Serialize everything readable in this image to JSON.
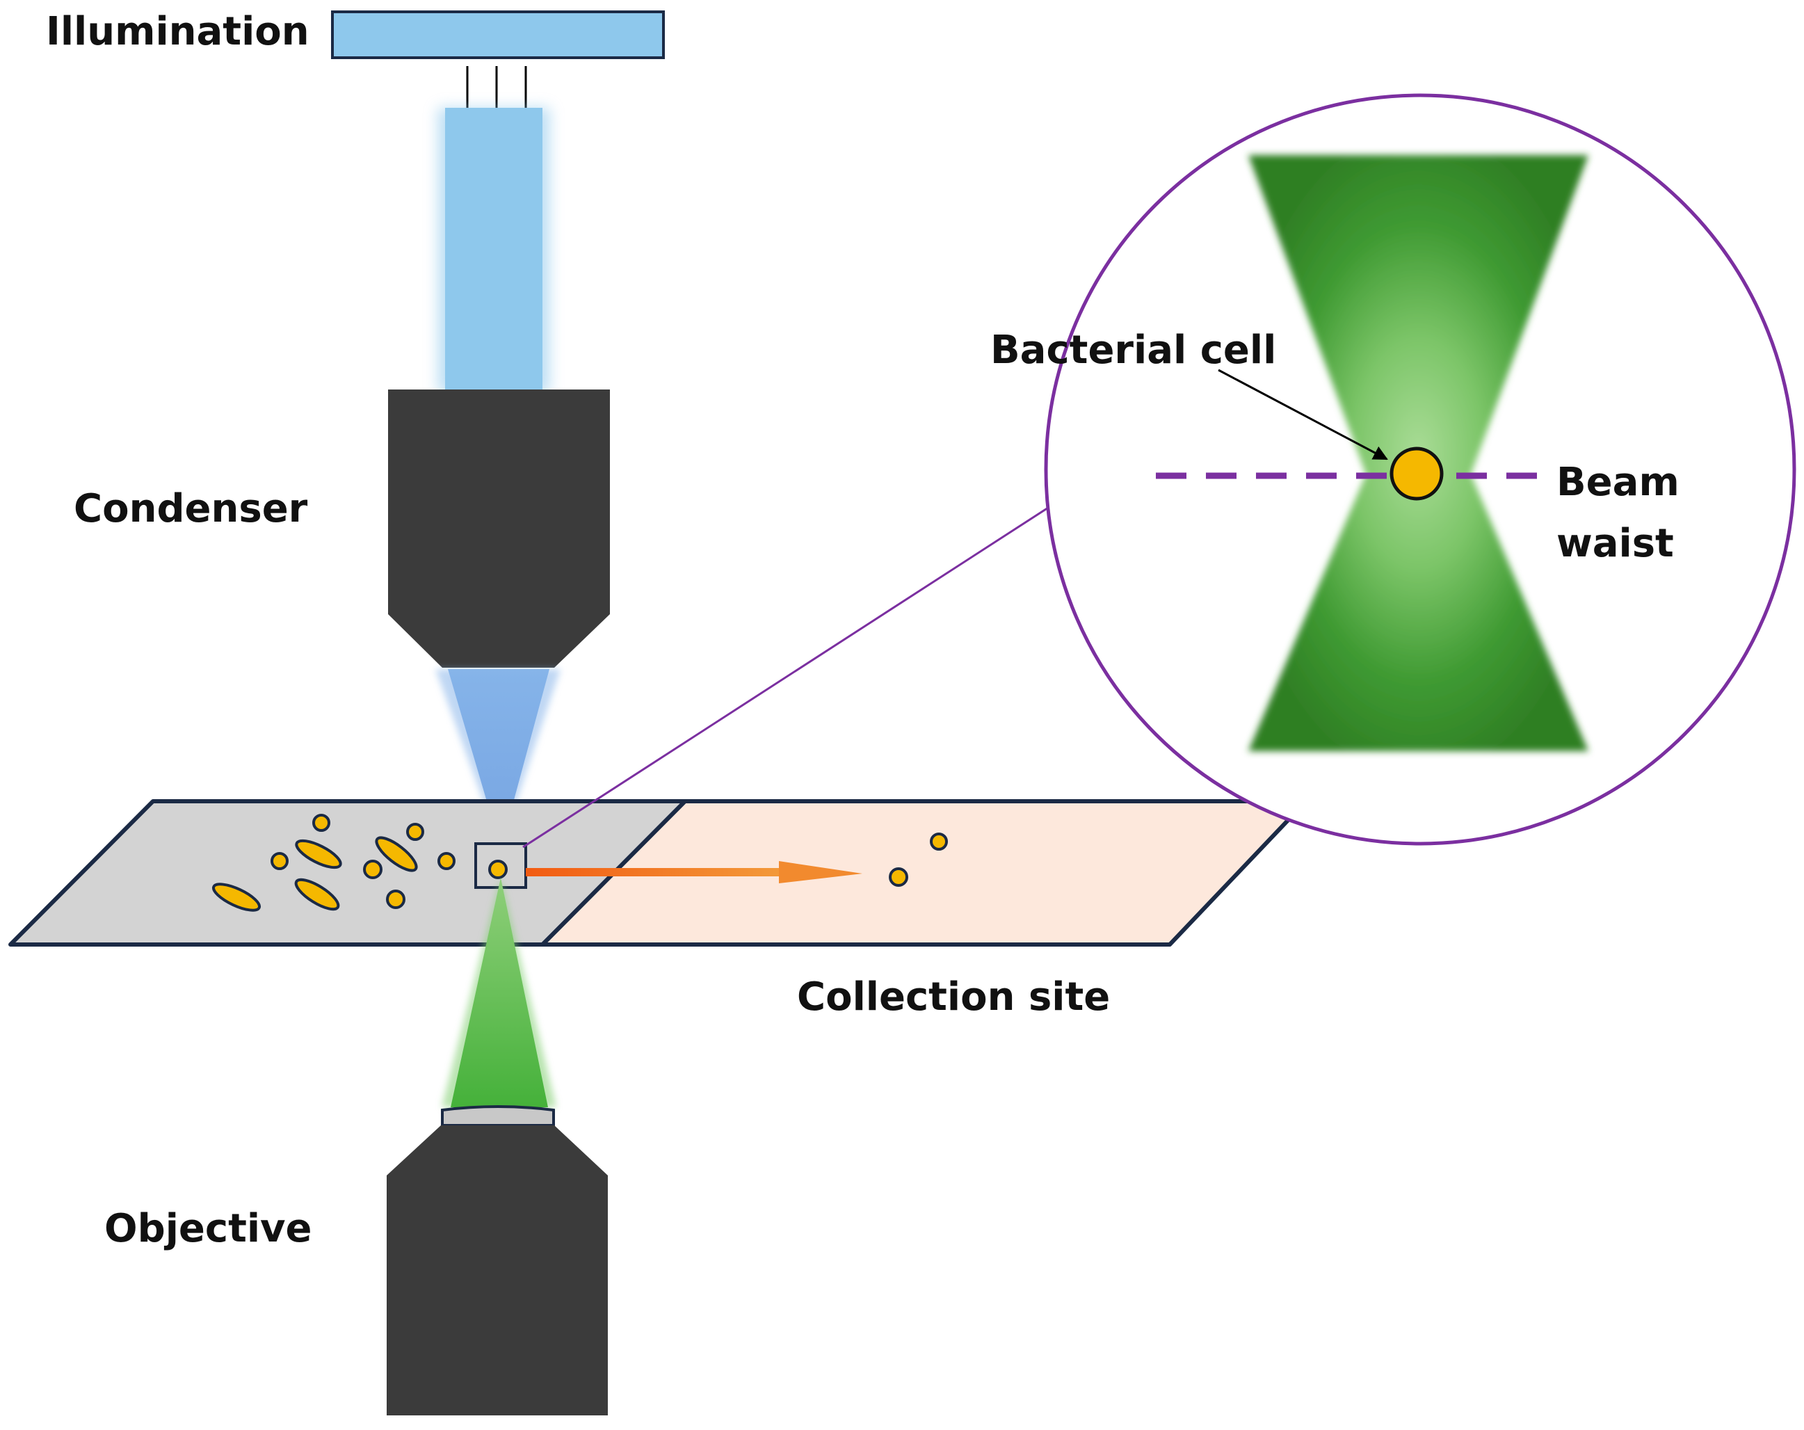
{
  "labels": {
    "illumination": "Illumination",
    "condenser": "Condenser",
    "objective": "Objective",
    "collection_site": "Collection site",
    "bacterial_cell": "Bacterial cell",
    "beam_waist_line1": "Beam",
    "beam_waist_line2": "waist"
  },
  "colors": {
    "illumination_blue": "#8ec8ec",
    "lens_body": "#3b3b3b",
    "slide_gray": "#d3d3d3",
    "collection_peach": "#fde8dc",
    "slide_outline": "#1b2a45",
    "cell_fill": "#f5b800",
    "trap_green": "#3a8f2e",
    "zoom_purple": "#7b2fa0",
    "transport_orange": "#f07a1a"
  }
}
